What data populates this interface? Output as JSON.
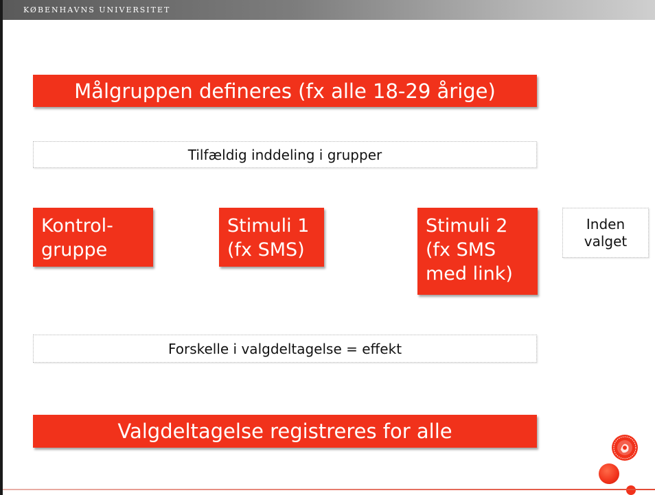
{
  "header": {
    "institution": "KØBENHAVNS UNIVERSITET"
  },
  "diagram": {
    "target_group": "Målgruppen defineres (fx alle 18-29 årige)",
    "random_split": "Tilfældig inddeling i grupper",
    "groups": [
      {
        "lines": [
          "Kontrol-",
          "gruppe"
        ]
      },
      {
        "lines": [
          "Stimuli 1",
          "(fx SMS)"
        ]
      },
      {
        "lines": [
          "Stimuli 2",
          "(fx SMS",
          "med link)"
        ]
      }
    ],
    "timing": {
      "lines": [
        "Inden",
        "valget"
      ]
    },
    "difference": "Forskelle i valgdeltagelse = effekt",
    "registration": "Valgdeltagelse registreres for alle"
  },
  "colors": {
    "accent": "#f1321b",
    "header_bg": "#6e6e6e"
  },
  "icons": {
    "logo": "university-seal-icon"
  }
}
